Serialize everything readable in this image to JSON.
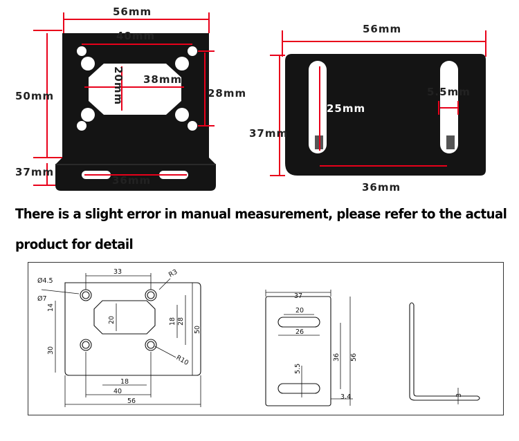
{
  "photo_annotations": {
    "front": {
      "width_top": "56mm",
      "hole_spacing_x": "40mm",
      "window_height": "20mm",
      "window_width": "38mm",
      "height_left": "50mm",
      "hole_spacing_y": "28mm",
      "foot_depth": "37mm",
      "foot_slot_width": "36mm"
    },
    "side": {
      "width_top": "56mm",
      "slot_width": "5.5mm",
      "slot_length": "25mm",
      "height": "37mm",
      "slot_spacing": "36mm"
    }
  },
  "notice": {
    "line1": "There is a slight error in manual measurement, please refer to the actual",
    "line2": "product for detail"
  },
  "drawing": {
    "front": {
      "top_dim": "33",
      "hole_small": "Ø4.5",
      "hole_large": "Ø7",
      "radius_top": "R3",
      "left_14": "14",
      "window_20": "20",
      "right_18": "18",
      "right_28": "28",
      "right_50": "50",
      "left_30": "30",
      "radius_r10": "R10",
      "bottom_18": "18",
      "bottom_40": "40",
      "bottom_56": "56"
    },
    "foot": {
      "top_37": "37",
      "slot_20": "20",
      "slot_26": "26",
      "right_36": "36",
      "right_56": "56",
      "left_5_5": "5.5",
      "bottom_3_4": "3.4"
    },
    "profile": {
      "thickness_3": "3"
    }
  },
  "colors": {
    "dimension_red": "#e8001a",
    "bracket_black": "#111111"
  }
}
